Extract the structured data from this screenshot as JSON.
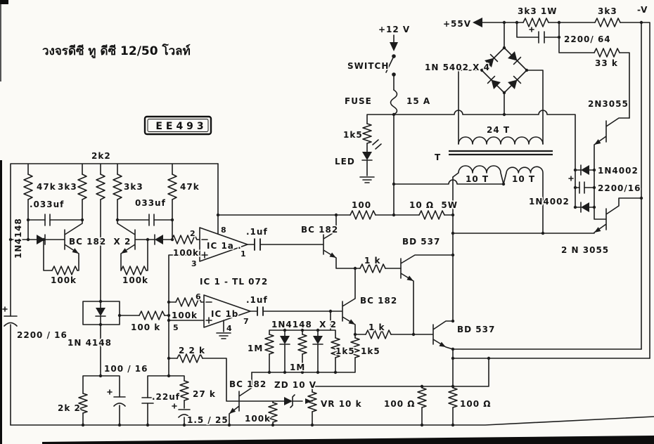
{
  "title": "วงจรดีซี ทู ดีซี 12/50 โวลท์",
  "badge": "EE493",
  "labels": {
    "v12": "+12 V",
    "switch": "SWITCH",
    "fuse": "FUSE",
    "fuse_rating": "15 A",
    "r_led": "1k5",
    "led": "LED",
    "v55": "+55V",
    "r_3k3_1w": "3k3 1W",
    "r_3k3_top": "3k3",
    "neg_v": "-V",
    "c_2200_64": "2200/ 64",
    "r_33k": "33 k",
    "bridge": "1N 5402 X 4",
    "q_3055_top": "2N3055",
    "t_24": "24 T",
    "t": "T",
    "t_10a": "10 T",
    "t_10b": "10 T",
    "d_4002_a": "1N4002",
    "c_2200_16_r": "2200/16",
    "d_4002_b": "1N4002",
    "q_3055_bot": "2 N 3055",
    "r_2k2_top": "2k2",
    "r_47k_l": "47k",
    "r_3k3_l": "3k3",
    "r_3k3_r": "3k3",
    "r_47k_r": "47k",
    "c_033_l": ".033uf",
    "c_033_r": "033uf",
    "d_4148_l": "1N4148",
    "q_bc182_pair": "BC 182  X 2",
    "r_100k_l": "100k",
    "r_100k_r": "100k",
    "r_100k_in_a": "100k",
    "ic1a": "IC 1a .",
    "pin2": "2",
    "pin3": "3",
    "pin8": "8",
    "pin1": "1",
    "c_1uf_a": ".1uf",
    "q_bc182_m1": "BC 182",
    "ic1_name": "IC 1 - TL 072",
    "r_100k_in_b": "100k",
    "ic1b": "IC 1b",
    "pin6": "6",
    "pin5": "5",
    "pin7": "7",
    "pin4": "4",
    "c_1uf_b": ".1uf",
    "d_4148_x2": "1N4148  X 2",
    "r_1m_a": "1M",
    "r_1m_b": "1M",
    "r_1k5_a": "1k5",
    "r_1k5_b": "1k5",
    "r_1k_a": "1 k",
    "r_1k_b": "1 k",
    "q_bd537_a": "BD 537",
    "q_bd537_b": "BD 537",
    "q_bc182_m2": "BC 182",
    "r_100": "100",
    "r_10_5w": "10 Ω  5W",
    "c_2200_16_l": "2200 / 16",
    "d_4148_dn": "1N 4148",
    "r_100k_dn": "100 k",
    "c_100_16": "100 / 16",
    "r_2k2_bot": "2k 2",
    "c_22uf": ".22uf",
    "r_27k": "27 k",
    "c_1_5_25": "1.5 / 25",
    "r_22k": "2 2 k",
    "q_bc182_bot": "BC 182",
    "r_100k_bot": "100k",
    "zd": "ZD 10 V",
    "vr": "VR 10 k",
    "r_100ohm_a": "100 Ω",
    "r_100ohm_b": "100 Ω"
  }
}
